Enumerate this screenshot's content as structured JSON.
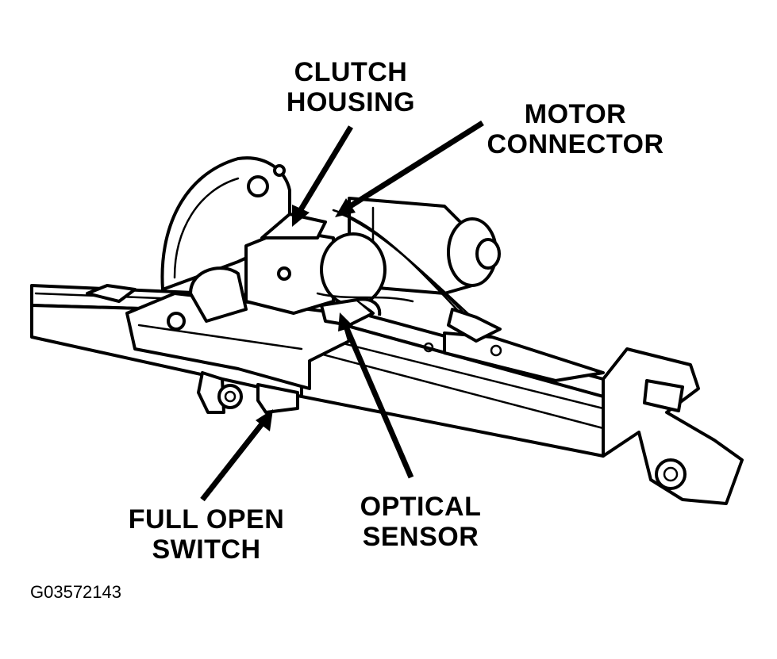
{
  "labels": {
    "clutch_housing": [
      "CLUTCH",
      "HOUSING"
    ],
    "motor_connector": [
      "MOTOR",
      "CONNECTOR"
    ],
    "full_open_switch": [
      "FULL OPEN",
      "SWITCH"
    ],
    "optical_sensor": [
      "OPTICAL",
      "SENSOR"
    ]
  },
  "figure_id": "G03572143"
}
